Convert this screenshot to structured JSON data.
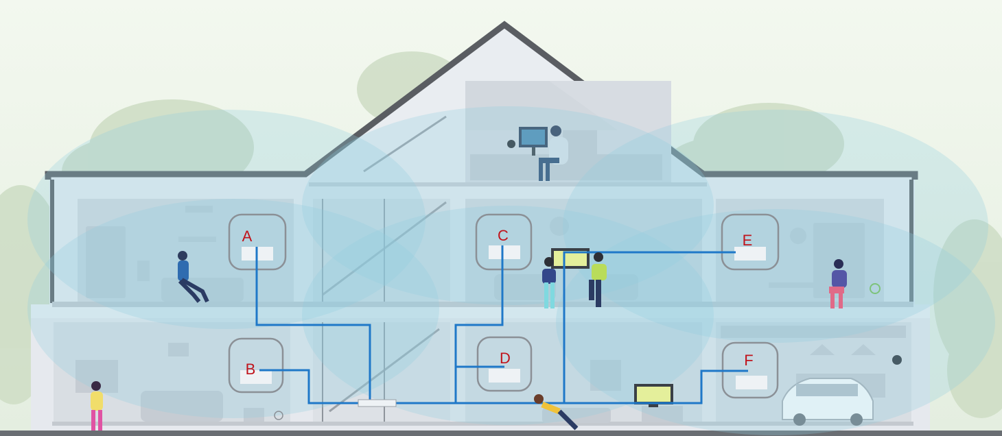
{
  "colors": {
    "sky_top": "#f1f7ec",
    "sky_bottom": "#e6f0e2",
    "tree": "#cbdcc2",
    "roof": "#5a5d62",
    "wall": "#e3e7ec",
    "room": "#d6dbe1",
    "furniture": "#c7ccd3",
    "coverage": "#9cd4e0",
    "cable": "#1f78c8",
    "ap_outline": "#8b9096",
    "label": "#c0141c",
    "tv_screen": "#e6f09a"
  },
  "access_points": [
    {
      "id": "A",
      "label": "A"
    },
    {
      "id": "B",
      "label": "B"
    },
    {
      "id": "C",
      "label": "C"
    },
    {
      "id": "D",
      "label": "D"
    },
    {
      "id": "E",
      "label": "E"
    },
    {
      "id": "F",
      "label": "F"
    }
  ]
}
